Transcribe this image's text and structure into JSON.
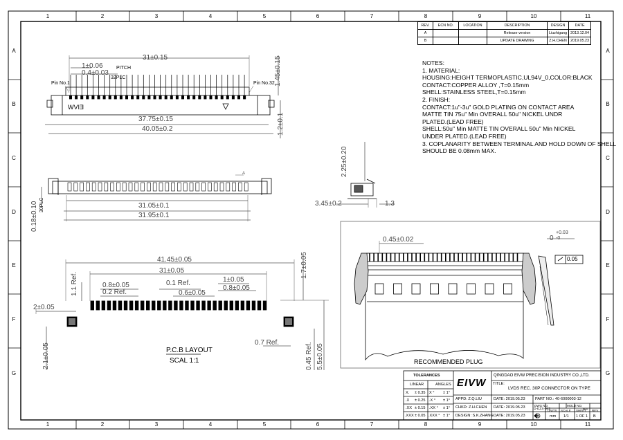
{
  "grid": {
    "cols": [
      "1",
      "2",
      "3",
      "4",
      "5",
      "6",
      "7",
      "8",
      "9",
      "10",
      "11"
    ],
    "rows": [
      "A",
      "B",
      "C",
      "D",
      "E",
      "F",
      "G"
    ]
  },
  "revision_table": {
    "headers": [
      "REV.",
      "ECN NO.",
      "LOCATION",
      "DESCRIPTION",
      "DESIGN",
      "DATE"
    ],
    "rows": [
      [
        "A",
        "",
        "",
        "Release version",
        "Liuzhigang",
        "2013.12.04"
      ],
      [
        "B",
        "",
        "",
        "UPDATE DRAWING",
        "Z.H.CHEN",
        "2019.05.23"
      ]
    ]
  },
  "notes": [
    "NOTES:",
    "1. MATERIAL:",
    "   HOUSING:HEIGHT TERMOPLASTIC,UL94V_0,COLOR:BLACK",
    "   CONTACT:COPPER ALLOY ,T=0.15mm",
    "   SHELL:STAINLESS STEEL,T=0.15mm",
    "2. FINISH:",
    "   CONTACT:1u\"-3u\" GOLD PLATING ON CONTACT AREA",
    "   MATTE TIN 75u\" Min OVERALL 50u\" NICKEL UNDR",
    "   PLATED.(LEAD FREE)",
    "   SHELL:50u\" Min MATTE TIN OVERALL 50u\" Min NICKEL",
    "   UNDER PLATED.(LEAD FREE)",
    "3. COPLANARITY BETWEEN TERMINAL AND HOLD DOWN OF SHELL",
    "   SHOULD BE 0.08mm MAX."
  ],
  "front_view": {
    "dim_31": "31±0.15",
    "dim_pitch": "1±0.06",
    "pitch_label": "PITCH",
    "dim_pin_width": "0.4±0.03",
    "plc_label": "32PLC",
    "pin1": "Pin No.1",
    "pin32": "Pin No.32",
    "logo_mirror": "EIVW",
    "dim_37": "37.75±0.15",
    "dim_40": "40.05±0.2",
    "dim_height": "1.45±0.15",
    "dim_side": "1.2±0.1"
  },
  "bottom_view": {
    "dim_31_05": "31.05±0.1",
    "dim_31_95": "31.95±0.1",
    "dim_018": "0.18±0.10",
    "plc": "30PLC",
    "section_mark": "A"
  },
  "side_view": {
    "dim_225": "2.25±0.20",
    "dim_345": "3.45±0.2",
    "dim_13": "1.3"
  },
  "pcb_layout": {
    "dim_41": "41.45±0.05",
    "dim_31": "31±0.05",
    "dim_11ref": "1.1 Ref.",
    "dim_08a": "0.8±0.05",
    "dim_02ref": "0.2 Ref.",
    "dim_01ref": "0.1 Ref.",
    "dim_06": "0.6±0.05",
    "dim_1": "1±0.05",
    "dim_08b": "0.8±0.05",
    "dim_17": "1.7±0.05",
    "dim_2": "2±0.05",
    "dim_21": "2.1±0.05",
    "dim_07ref": "0.7 Ref.",
    "dim_045ref": "0.45 Ref.",
    "dim_55": "5.5±0.05",
    "title": "P.C.B LAYOUT",
    "scale": "SCAL 1:1"
  },
  "plug": {
    "dim_045": "0.45±0.02",
    "dim_tol": "0",
    "dim_tol_up": "+0.03",
    "dim_tol_low": "-0",
    "flatness": "0.05",
    "title": "RECOMMENDED PLUG"
  },
  "title_block": {
    "tolerances": "TOLERANCES",
    "linear": "LINEAR",
    "angles": "ANGLES",
    "tol_rows": [
      [
        "X.",
        "± 0.35",
        "X °",
        "± 1°"
      ],
      [
        ".X",
        "± 0.25",
        ".X °",
        "± 1°"
      ],
      [
        ".XX",
        "± 0.15",
        ".XX °",
        "± 1°"
      ],
      [
        ".XXX",
        "± 0.05",
        ".XXX °",
        "± 1°"
      ]
    ],
    "logo": "EIVW",
    "company": "QINGDAO EIVW PRECISION INDUSTRY CO.,LTD.",
    "title_label": "TITLE:",
    "title": "LVDS REC. 30P CONNECTOR ON TYPE",
    "appd": "APPD: Z.Q.LIU",
    "chkd": "CHKD: Z.H.CHEN",
    "design": "DESIGN: S.K.ZHANG",
    "date1": "DATE: 2019.05.23",
    "date2": "DATE: 2019.05.23",
    "date3": "DATE: 2019.05.23",
    "part_no": "PART NO.: 40-6000003-12",
    "dwg_no_label": "DWG NO.",
    "dwg_no": "D-EZS-042",
    "mold_no_label": "MOLD NO.",
    "mold_no": "N/A",
    "units_label": "UNITS",
    "units": "mm",
    "scale_label": "SCALE",
    "scale": "1/1",
    "sheet_label": "SHEET",
    "sheet": "1 OF 1",
    "rev_label": "REV.",
    "rev": "B"
  }
}
